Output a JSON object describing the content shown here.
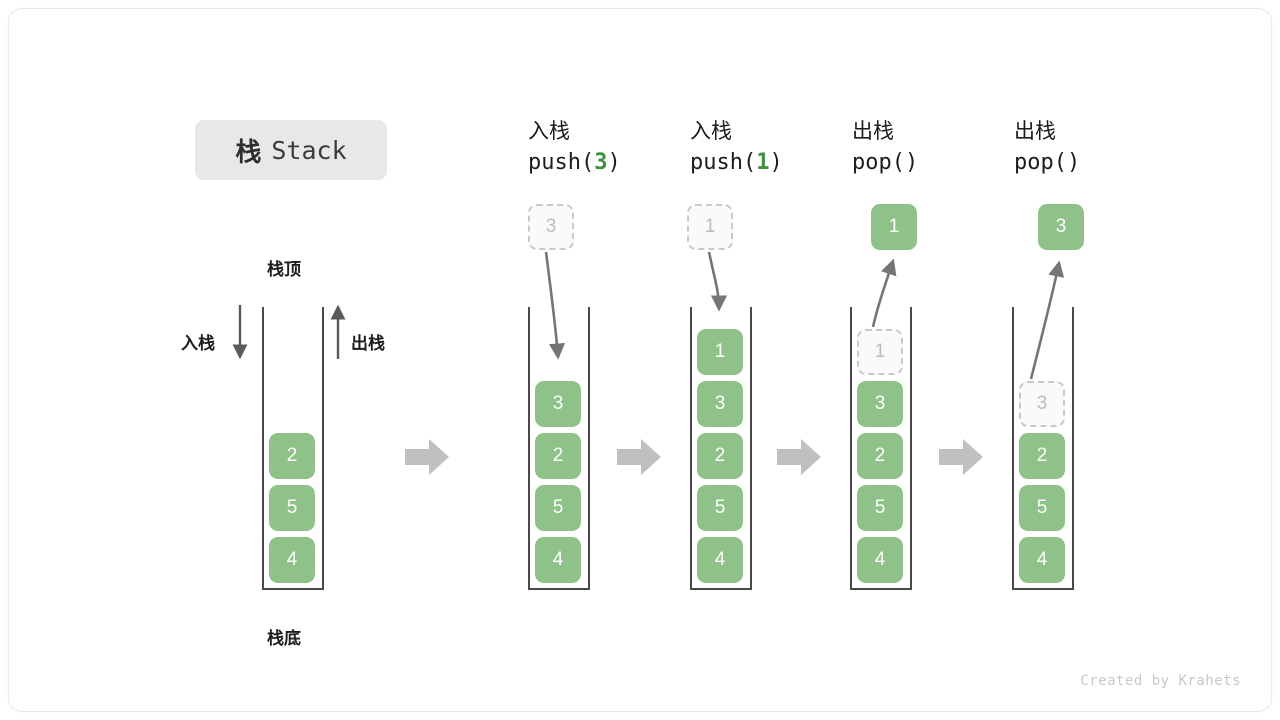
{
  "title": {
    "cn": "栈",
    "en": "Stack"
  },
  "labels": {
    "top": "栈顶",
    "bottom": "栈底",
    "push": "入栈",
    "pop": "出栈"
  },
  "credit": "Created by Krahets",
  "colors": {
    "box_green": "#8ec289",
    "ghost_fill": "#fafafa",
    "ghost_border": "#c9c9c9",
    "wall": "#4a4a4a",
    "flow_arrow": "#c0c0c0",
    "curve_arrow": "#757575",
    "title_chip": "#e8e8e8",
    "accent_arg": "#3f8f3f"
  },
  "stages": [
    {
      "id": "initial",
      "head_line1": "",
      "head_line2": "",
      "op": "none",
      "stack": [
        "2",
        "5",
        "4"
      ],
      "floating": null,
      "ghost_in_stack": null
    },
    {
      "id": "push-3",
      "head_line1": "入栈",
      "head_line2_pre": "push(",
      "head_line2_arg": "3",
      "head_line2_post": ")",
      "op": "push",
      "stack": [
        "3",
        "2",
        "5",
        "4"
      ],
      "floating": {
        "value": "3",
        "style": "ghost"
      },
      "ghost_in_stack": null
    },
    {
      "id": "push-1",
      "head_line1": "入栈",
      "head_line2_pre": "push(",
      "head_line2_arg": "1",
      "head_line2_post": ")",
      "op": "push",
      "stack": [
        "1",
        "3",
        "2",
        "5",
        "4"
      ],
      "floating": {
        "value": "1",
        "style": "ghost"
      },
      "ghost_in_stack": null
    },
    {
      "id": "pop-1",
      "head_line1": "出栈",
      "head_line2_pre": "pop(",
      "head_line2_arg": "",
      "head_line2_post": ")",
      "op": "pop",
      "stack": [
        "3",
        "2",
        "5",
        "4"
      ],
      "floating": {
        "value": "1",
        "style": "solid"
      },
      "ghost_in_stack": "1"
    },
    {
      "id": "pop-3",
      "head_line1": "出栈",
      "head_line2_pre": "pop(",
      "head_line2_arg": "",
      "head_line2_post": ")",
      "op": "pop",
      "stack": [
        "2",
        "5",
        "4"
      ],
      "floating": {
        "value": "3",
        "style": "solid"
      },
      "ghost_in_stack": "3"
    }
  ],
  "flow_arrows": 4
}
